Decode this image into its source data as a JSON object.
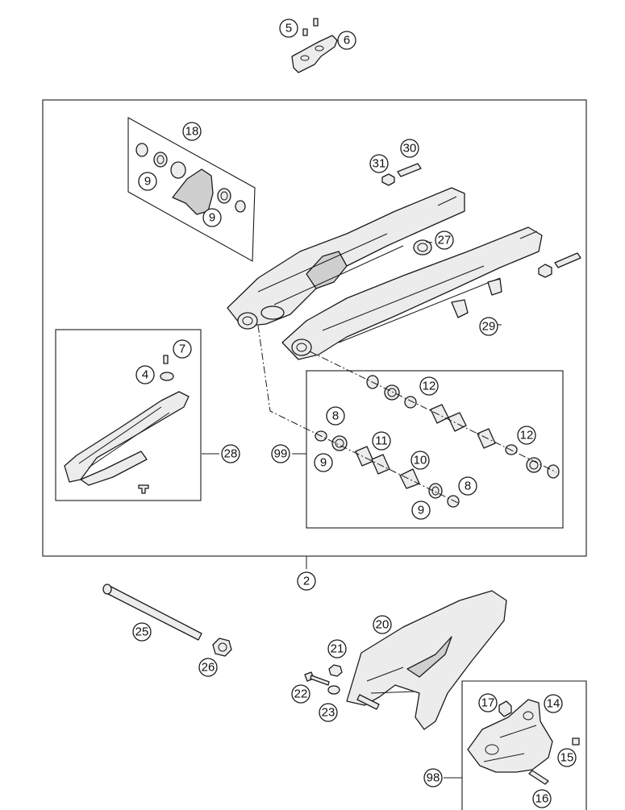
{
  "callouts": {
    "c5": "5",
    "c6": "6",
    "c18": "18",
    "c9a": "9",
    "c9b": "9",
    "c30": "30",
    "c31": "31",
    "c27": "27",
    "c29": "29",
    "c7": "7",
    "c4": "4",
    "c28": "28",
    "c12a": "12",
    "c8a": "8",
    "c11": "11",
    "c99": "99",
    "c9c": "9",
    "c10": "10",
    "c12b": "12",
    "c8b": "8",
    "c9d": "9",
    "c2": "2",
    "c25": "25",
    "c26": "26",
    "c20": "20",
    "c21": "21",
    "c22": "22",
    "c23": "23",
    "c17": "17",
    "c14": "14",
    "c15": "15",
    "c98": "98",
    "c16": "16"
  }
}
